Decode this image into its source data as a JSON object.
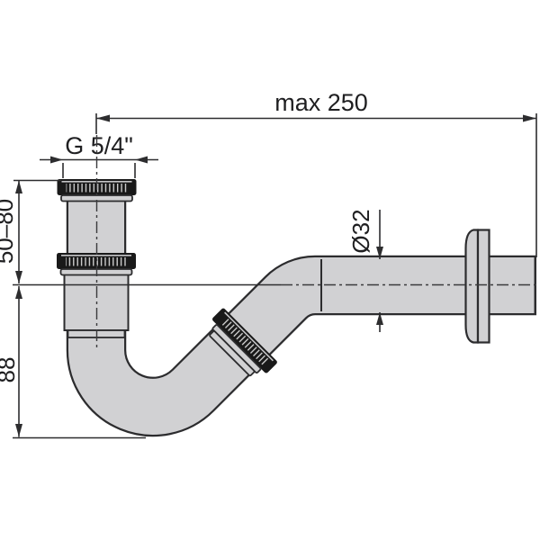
{
  "drawing": {
    "type": "technical-dimension-drawing",
    "subject": "bottle-less P-trap siphon with wall outlet"
  },
  "dims": {
    "max_width": "max 250",
    "thread": "G 5/4\"",
    "height_range": "50–80",
    "depth": "88",
    "diameter": "Ø32"
  },
  "colors": {
    "background": "#ffffff",
    "tube_fill": "#d1d1d3",
    "outline": "#2c2c2e",
    "nut_black": "#191919",
    "knurl_line": "#d8d8d8",
    "dimension_line": "#2d2d2f",
    "text": "#1f1f21"
  }
}
